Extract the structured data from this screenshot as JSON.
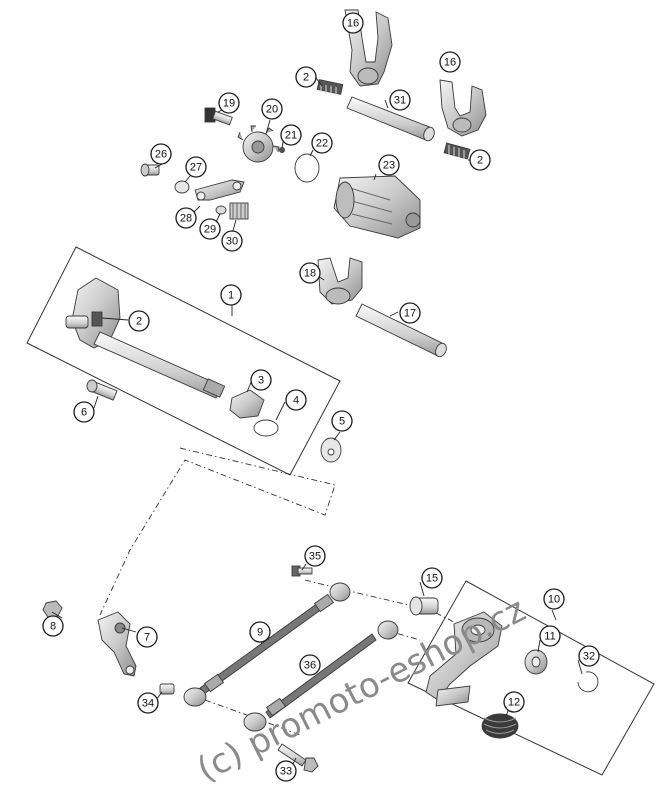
{
  "watermark": "(c) promoto-eshop.cz",
  "callouts": [
    {
      "id": "c16a",
      "label": "16"
    },
    {
      "id": "c16b",
      "label": "16"
    },
    {
      "id": "c2a",
      "label": "2"
    },
    {
      "id": "c31",
      "label": "31"
    },
    {
      "id": "c2b",
      "label": "2"
    },
    {
      "id": "c19",
      "label": "19"
    },
    {
      "id": "c20",
      "label": "20"
    },
    {
      "id": "c21",
      "label": "21"
    },
    {
      "id": "c22",
      "label": "22"
    },
    {
      "id": "c26",
      "label": "26"
    },
    {
      "id": "c27",
      "label": "27"
    },
    {
      "id": "c23",
      "label": "23"
    },
    {
      "id": "c28",
      "label": "28"
    },
    {
      "id": "c29",
      "label": "29"
    },
    {
      "id": "c30",
      "label": "30"
    },
    {
      "id": "c18",
      "label": "18"
    },
    {
      "id": "c17",
      "label": "17"
    },
    {
      "id": "c1",
      "label": "1"
    },
    {
      "id": "c2c",
      "label": "2"
    },
    {
      "id": "c3",
      "label": "3"
    },
    {
      "id": "c4",
      "label": "4"
    },
    {
      "id": "c6",
      "label": "6"
    },
    {
      "id": "c5",
      "label": "5"
    },
    {
      "id": "c35",
      "label": "35"
    },
    {
      "id": "c15",
      "label": "15"
    },
    {
      "id": "c10",
      "label": "10"
    },
    {
      "id": "c8",
      "label": "8"
    },
    {
      "id": "c7",
      "label": "7"
    },
    {
      "id": "c9",
      "label": "9"
    },
    {
      "id": "c11",
      "label": "11"
    },
    {
      "id": "c32",
      "label": "32"
    },
    {
      "id": "c36",
      "label": "36"
    },
    {
      "id": "c34",
      "label": "34"
    },
    {
      "id": "c12",
      "label": "12"
    },
    {
      "id": "c33",
      "label": "33"
    }
  ]
}
